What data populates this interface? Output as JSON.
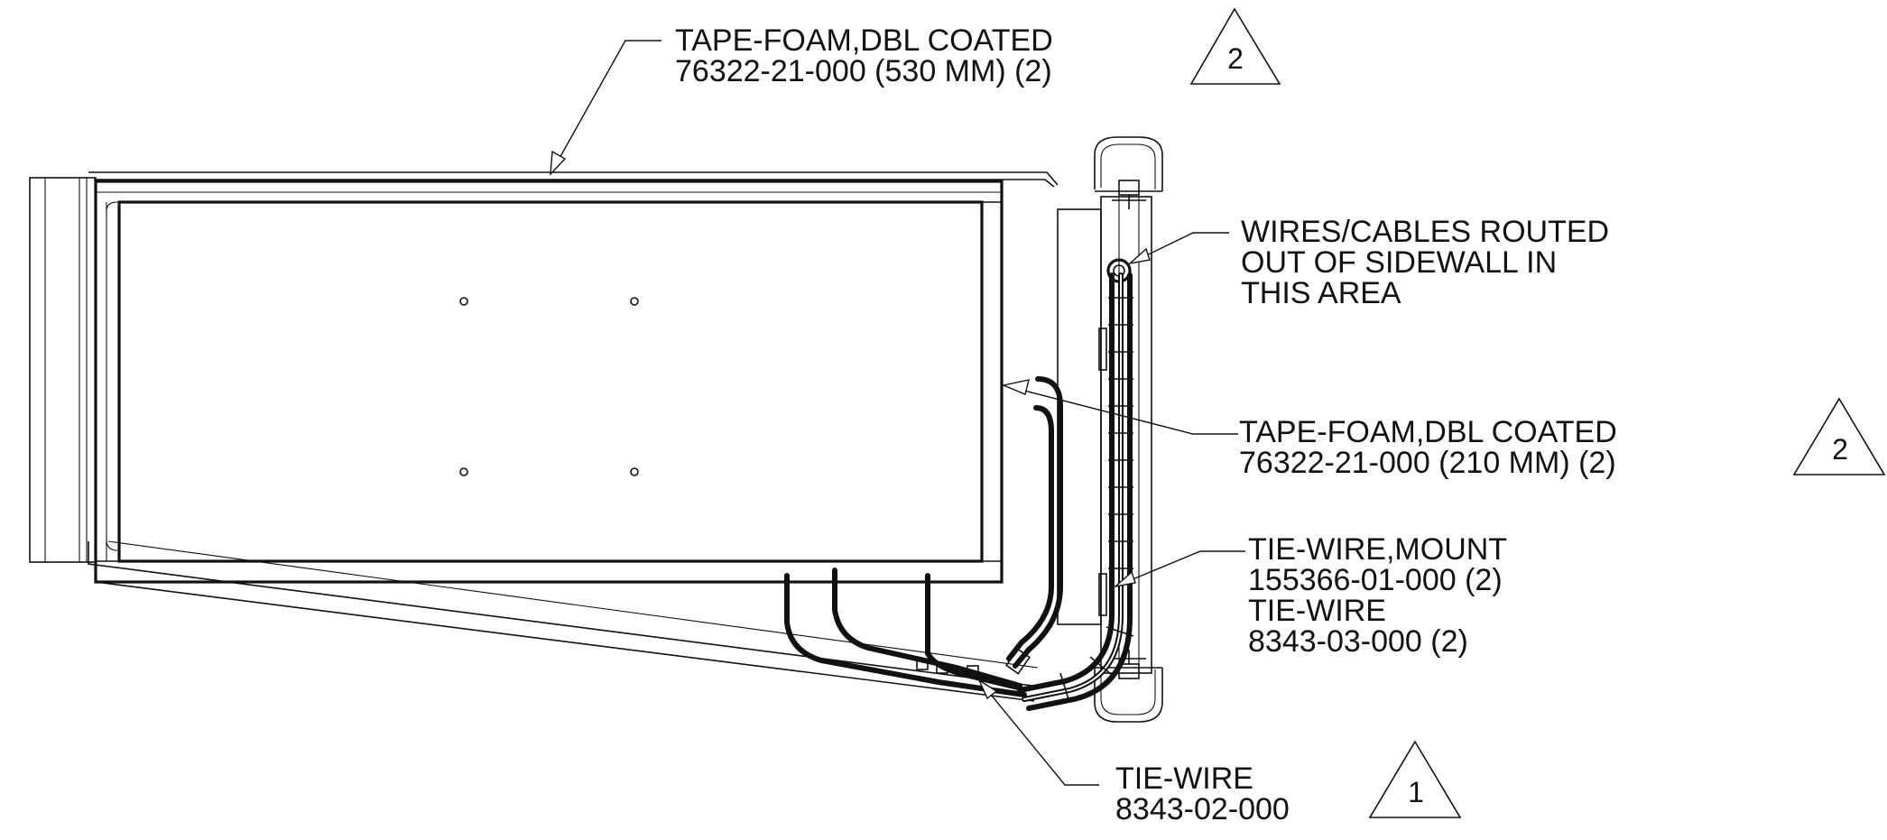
{
  "callouts": {
    "tape_top": {
      "line1": "TAPE-FOAM,DBL COATED",
      "line2": "76322-21-000 (530 MM) (2)",
      "note": "2"
    },
    "wires_routed": {
      "line1": "WIRES/CABLES ROUTED",
      "line2": "OUT OF SIDEWALL IN",
      "line3": "THIS AREA"
    },
    "tape_side": {
      "line1": "TAPE-FOAM,DBL COATED",
      "line2": "76322-21-000 (210 MM) (2)",
      "note": "2"
    },
    "tie_wire_mount": {
      "line1": "TIE-WIRE,MOUNT",
      "line2": "155366-01-000 (2)",
      "line3": "TIE-WIRE",
      "line4": "8343-03-000 (2)"
    },
    "tie_wire_bottom": {
      "line1": "TIE-WIRE",
      "line2": "8343-02-000",
      "note": "1"
    }
  },
  "colors": {
    "ink": "#111111",
    "paper": "#ffffff"
  }
}
